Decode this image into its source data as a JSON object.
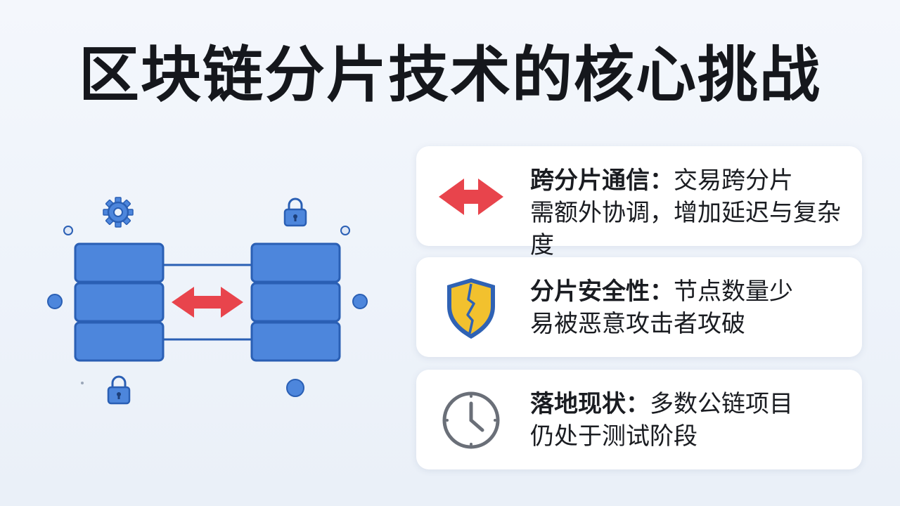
{
  "title": "区块链分片技术的核心挑战",
  "colors": {
    "block_fill": "#4d86dc",
    "block_stroke": "#2a5fb4",
    "arrow_red": "#e8444c",
    "shield_yellow": "#f2c12e",
    "shield_blue": "#2f62b4",
    "clock_gray": "#6a6f78"
  },
  "cards": [
    {
      "icon": "double-arrow-icon",
      "heading": "跨分片通信：",
      "line1": "交易跨分片",
      "line2": "需额外协调，增加延迟与复杂度"
    },
    {
      "icon": "shield-icon",
      "heading": "分片安全性：",
      "line1": "节点数量少",
      "line2": "易被恶意攻击者攻破"
    },
    {
      "icon": "clock-icon",
      "heading": "落地现状：",
      "line1": "多数公链项目",
      "line2": "仍处于测试阶段"
    }
  ]
}
